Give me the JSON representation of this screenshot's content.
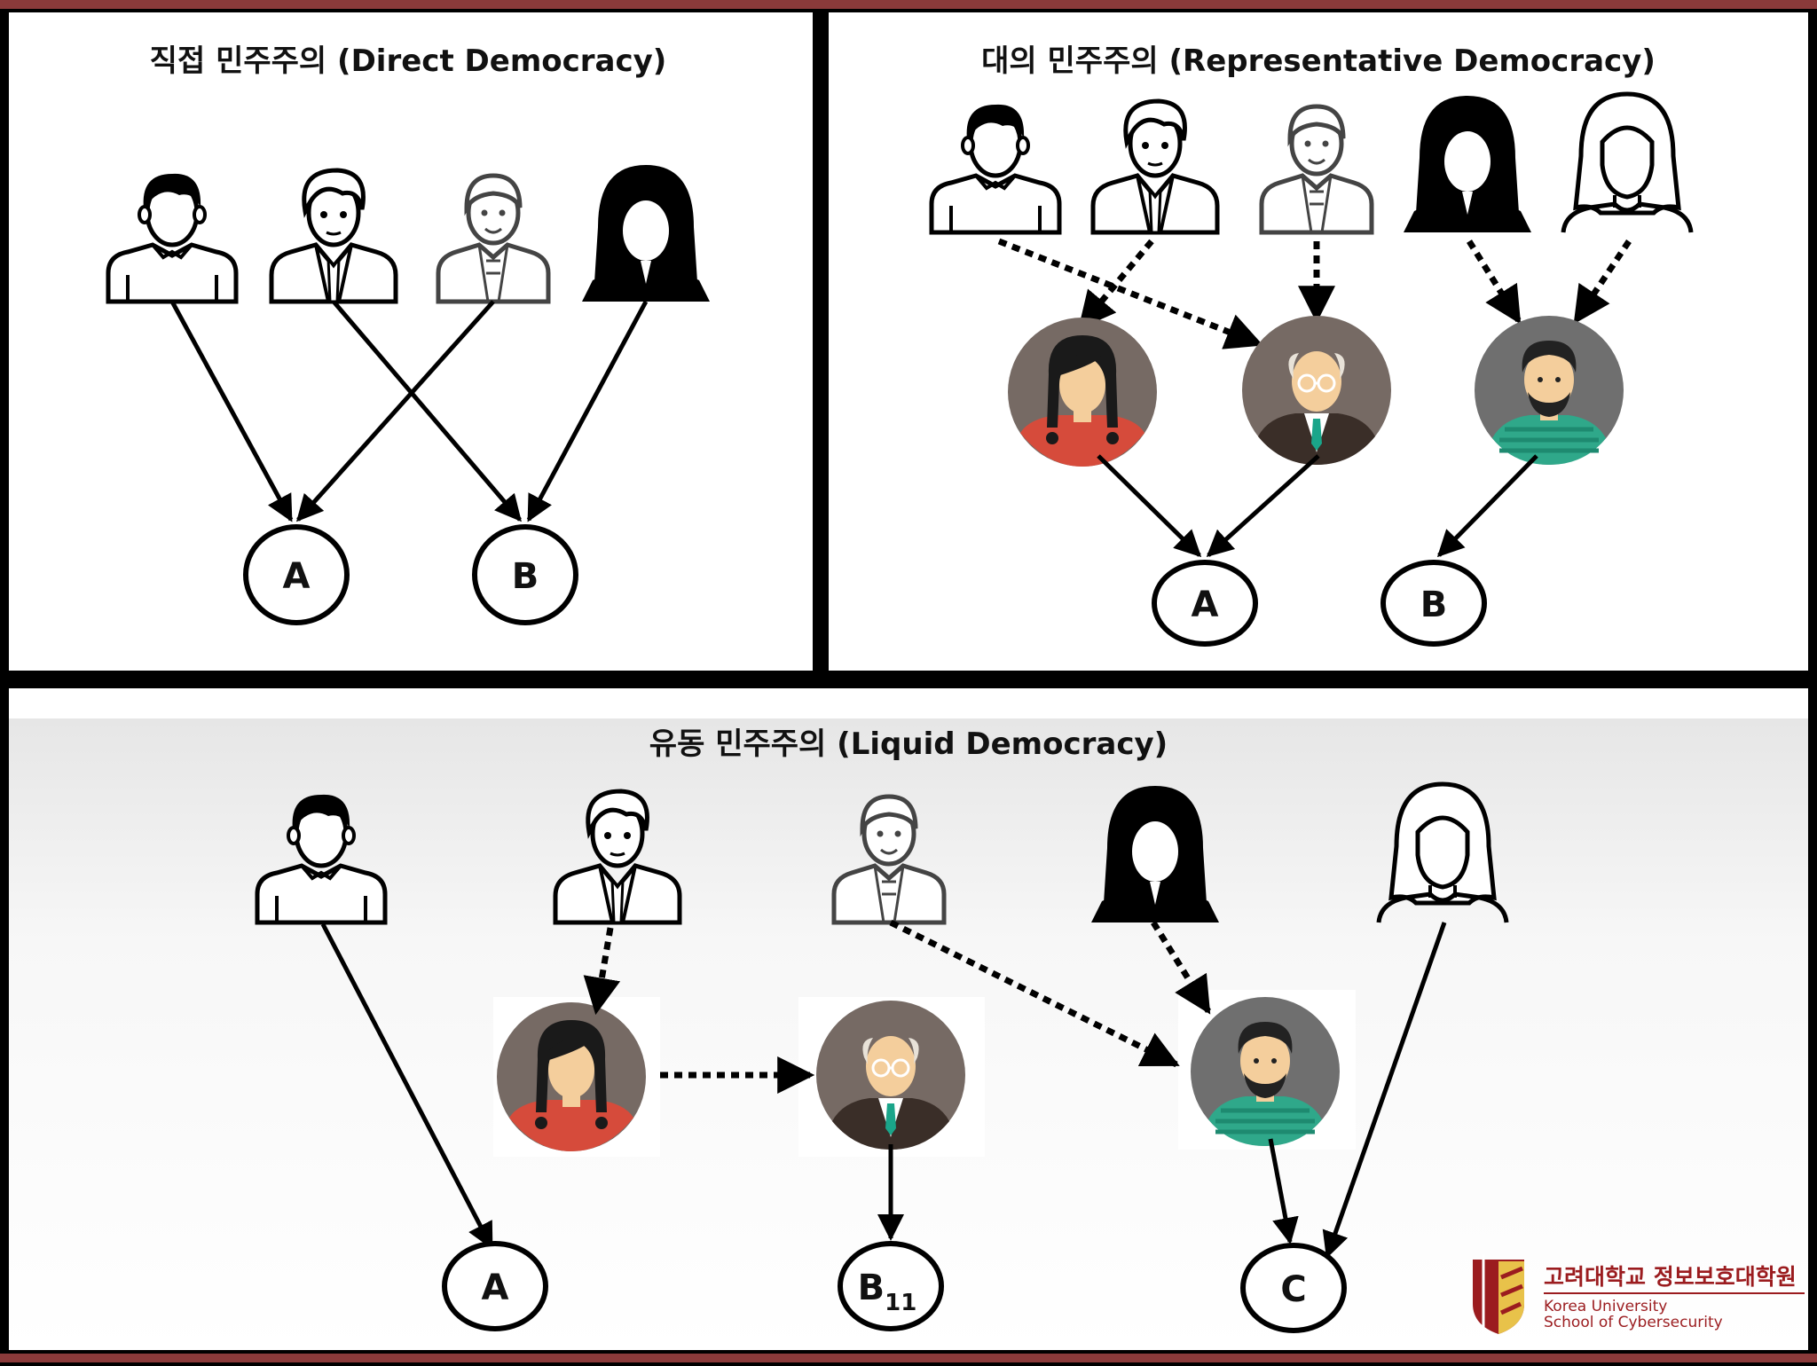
{
  "panels": {
    "direct": {
      "title_ko": "직접 민주주의",
      "title_en": "(Direct Democracy)",
      "outcomes": [
        "A",
        "B"
      ]
    },
    "representative": {
      "title_ko": "대의 민주주의",
      "title_en": "(Representative Democracy)",
      "outcomes": [
        "A",
        "B"
      ]
    },
    "liquid": {
      "title_ko": "유동 민주주의",
      "title_en": "(Liquid Democracy)",
      "outcomes": [
        "A",
        "B",
        "C"
      ],
      "b_subscript": "11"
    }
  },
  "icons": {
    "voters": [
      "man-short-hair-icon",
      "man-suit-icon",
      "man-smile-icon",
      "woman-filled-icon",
      "woman-outline-icon"
    ],
    "delegates": [
      "girl-braids-avatar-icon",
      "elderly-man-avatar-icon",
      "bearded-man-avatar-icon"
    ]
  },
  "logo": {
    "name_ko": "고려대학교 정보보호대학원",
    "name_en_1": "Korea University",
    "name_en_2": "School of Cybersecurity"
  },
  "colors": {
    "frame": "#000000",
    "accent_bar": "#8a3a3a",
    "logo": "#9b1c1f",
    "delegate_bg": "#766a64"
  }
}
